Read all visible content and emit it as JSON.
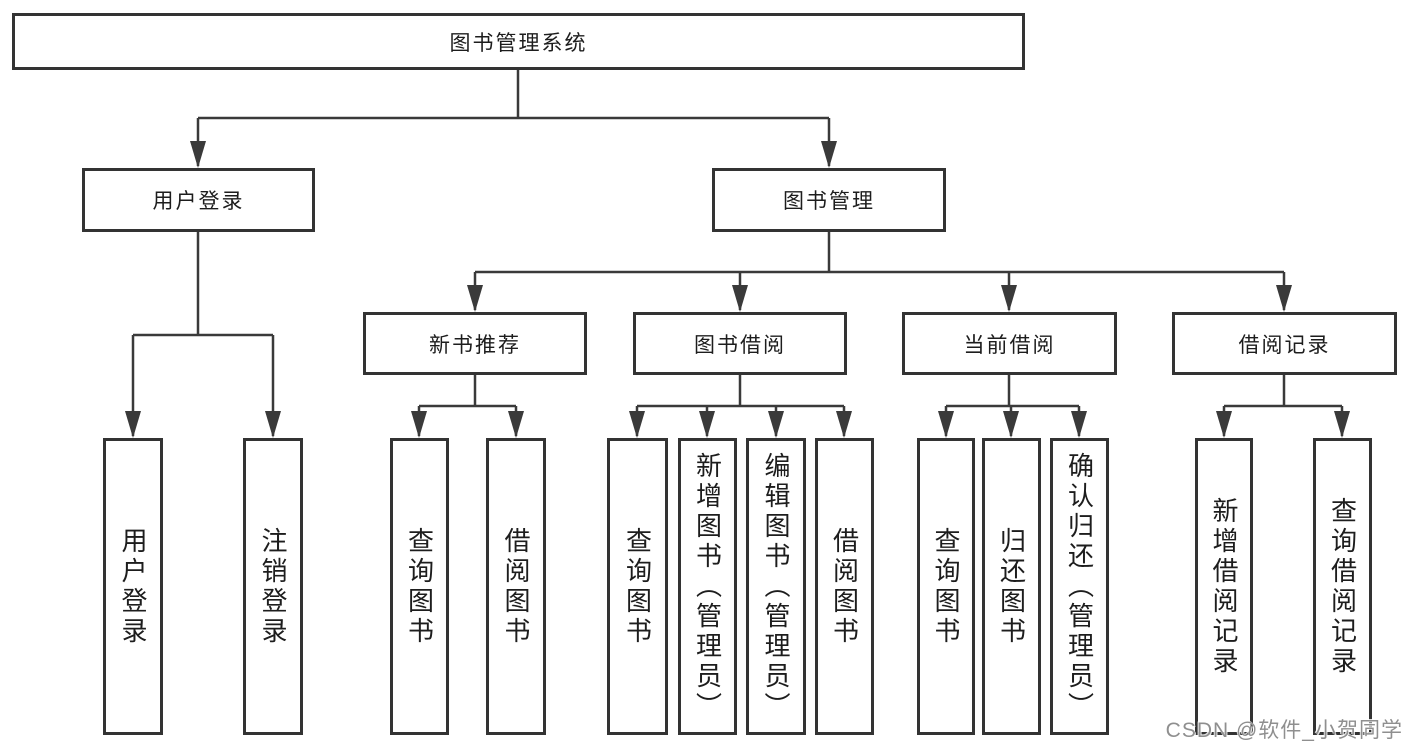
{
  "colors": {
    "line": "#3a3a3a",
    "box_border": "#333333",
    "text": "#1d1d1d",
    "background": "#ffffff",
    "watermark": "#8f8f8f"
  },
  "watermark": {
    "text": "CSDN @软件_小贺同学"
  },
  "tree": {
    "root": {
      "label": "图书管理系统",
      "children": [
        {
          "label": "用户登录",
          "children": [
            {
              "label": "用户登录"
            },
            {
              "label": "注销登录"
            }
          ]
        },
        {
          "label": "图书管理",
          "children": [
            {
              "label": "新书推荐",
              "children": [
                {
                  "label": "查询图书"
                },
                {
                  "label": "借阅图书"
                }
              ]
            },
            {
              "label": "图书借阅",
              "children": [
                {
                  "label": "查询图书"
                },
                {
                  "label": "新增图书（管理员）"
                },
                {
                  "label": "编辑图书（管理员）"
                },
                {
                  "label": "借阅图书"
                }
              ]
            },
            {
              "label": "当前借阅",
              "children": [
                {
                  "label": "查询图书"
                },
                {
                  "label": "归还图书"
                },
                {
                  "label": "确认归还（管理员）"
                }
              ]
            },
            {
              "label": "借阅记录",
              "children": [
                {
                  "label": "新增借阅记录"
                },
                {
                  "label": "查询借阅记录"
                }
              ]
            }
          ]
        }
      ]
    }
  }
}
